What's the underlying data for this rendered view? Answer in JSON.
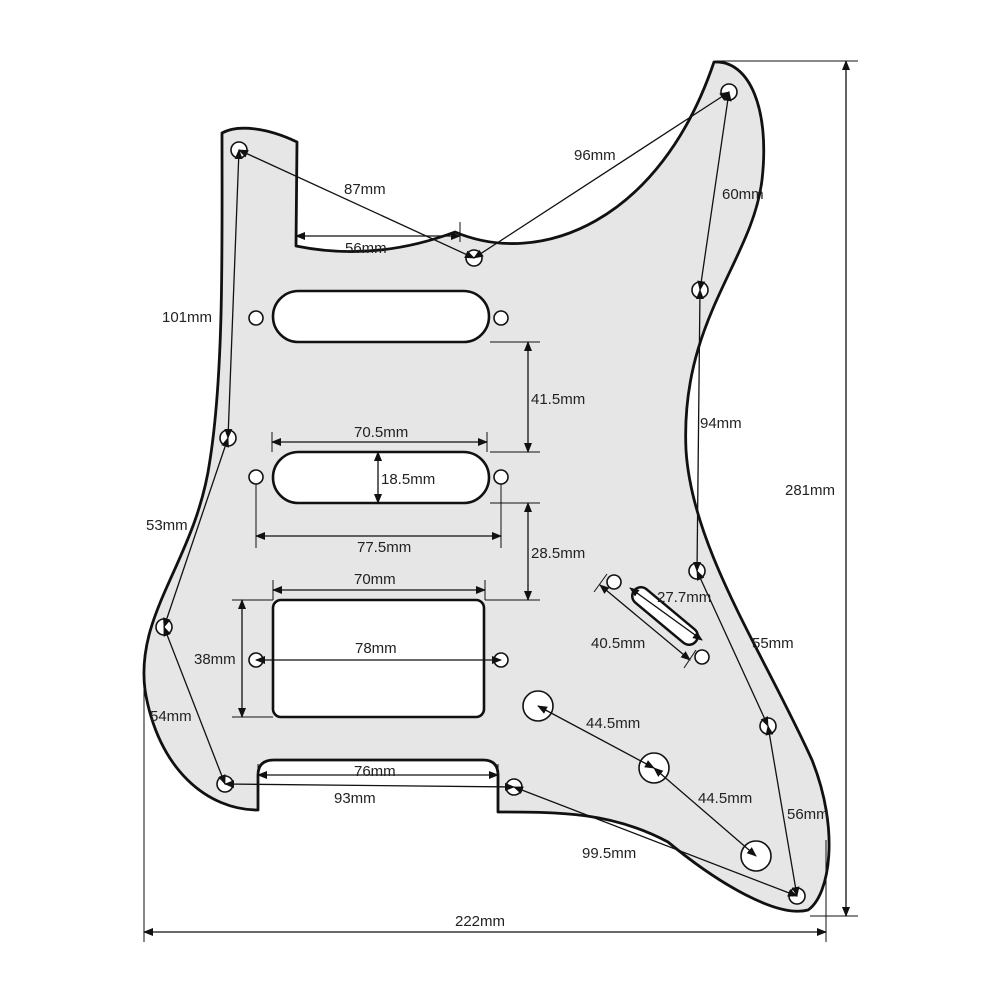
{
  "colors": {
    "guard_fill": "#e6e6e6",
    "guard_outline": "#111111",
    "background": "#ffffff"
  },
  "dimensions": {
    "d_87": "87mm",
    "d_56": "56mm",
    "d_96": "96mm",
    "d_60": "60mm",
    "d_101": "101mm",
    "d_41_5": "41.5mm",
    "d_70_5": "70.5mm",
    "d_18_5": "18.5mm",
    "d_77_5": "77.5mm",
    "d_28_5": "28.5mm",
    "d_94": "94mm",
    "d_281": "281mm",
    "d_53": "53mm",
    "d_70": "70mm",
    "d_27_7": "27.7mm",
    "d_40_5": "40.5mm",
    "d_55": "55mm",
    "d_38": "38mm",
    "d_78": "78mm",
    "d_54": "54mm",
    "d_44_5_a": "44.5mm",
    "d_76": "76mm",
    "d_93": "93mm",
    "d_44_5_b": "44.5mm",
    "d_56_b": "56mm",
    "d_99_5": "99.5mm",
    "d_222": "222mm"
  }
}
